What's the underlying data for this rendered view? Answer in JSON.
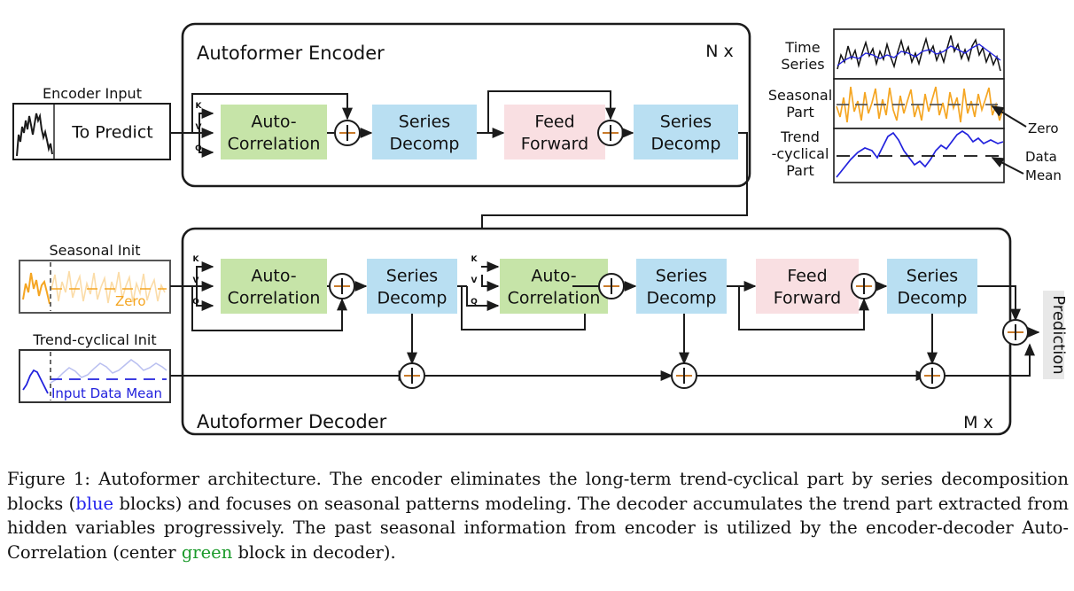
{
  "figure": {
    "caption_prefix": "Figure 1:",
    "caption_part1": " Autoformer architecture. The encoder eliminates the long-term trend-cyclical part by series decomposition blocks (",
    "caption_blue": "blue",
    "caption_part2": " blocks) and focuses on seasonal patterns modeling. The decoder accumulates the trend part extracted from hidden variables progressively. The past seasonal information from encoder is utilized by the encoder-decoder Auto-Correlation (center ",
    "caption_green": "green",
    "caption_part3": " block in decoder)."
  },
  "encoder": {
    "title": "Autoformer Encoder",
    "repeat": "N x",
    "blocks": [
      {
        "id": "enc-auto-correlation",
        "label_line1": "Auto-",
        "label_line2": "Correlation",
        "color": "#c6e4a8"
      },
      {
        "id": "enc-series-decomp-1",
        "label_line1": "Series",
        "label_line2": "Decomp",
        "color": "#b9dff2"
      },
      {
        "id": "enc-feed-forward",
        "label_line1": "Feed",
        "label_line2": "Forward",
        "color": "#f9dfe2"
      },
      {
        "id": "enc-series-decomp-2",
        "label_line1": "Series",
        "label_line2": "Decomp",
        "color": "#b9dff2"
      }
    ],
    "kvq": [
      "K",
      "V",
      "Q"
    ]
  },
  "decoder": {
    "title": "Autoformer Decoder",
    "repeat": "M x",
    "blocks": [
      {
        "id": "dec-auto-correlation-1",
        "label_line1": "Auto-",
        "label_line2": "Correlation",
        "color": "#c6e4a8"
      },
      {
        "id": "dec-series-decomp-1",
        "label_line1": "Series",
        "label_line2": "Decomp",
        "color": "#b9dff2"
      },
      {
        "id": "dec-auto-correlation-2",
        "label_line1": "Auto-",
        "label_line2": "Correlation",
        "color": "#c6e4a8"
      },
      {
        "id": "dec-series-decomp-2",
        "label_line1": "Series",
        "label_line2": "Decomp",
        "color": "#b9dff2"
      },
      {
        "id": "dec-feed-forward",
        "label_line1": "Feed",
        "label_line2": "Forward",
        "color": "#f9dfe2"
      },
      {
        "id": "dec-series-decomp-3",
        "label_line1": "Series",
        "label_line2": "Decomp",
        "color": "#b9dff2"
      }
    ],
    "kvq": [
      "K",
      "V",
      "Q"
    ],
    "output_label": "Prediction"
  },
  "inputs": {
    "encoder_input": {
      "caption": "Encoder Input",
      "inner_label": "To Predict"
    },
    "seasonal_init": {
      "caption": "Seasonal Init",
      "inner_label": "Zero",
      "color": "#f5a623"
    },
    "trend_init": {
      "caption": "Trend-cyclical Init",
      "inner_label": "Input Data Mean",
      "color": "#2222dd"
    }
  },
  "decomposition_legend": {
    "rows": [
      {
        "id": "time-series",
        "label_line1": "Time",
        "label_line2": "Series",
        "label_line3": ""
      },
      {
        "id": "seasonal-part",
        "label_line1": "Seasonal",
        "label_line2": "Part",
        "label_line3": "",
        "annotation": "Zero"
      },
      {
        "id": "trend-cyclical-part",
        "label_line1": "Trend",
        "label_line2": "-cyclical",
        "label_line3": "Part",
        "annotation_line1": "Data",
        "annotation_line2": "Mean"
      }
    ]
  },
  "colors": {
    "green_block": "#c6e4a8",
    "blue_block": "#b9dff2",
    "pink_block": "#f9dfe2",
    "orange": "#f5a623",
    "blue_curve": "#2222dd",
    "line": "#1b1b1b",
    "prediction_bg": "#e8e8e8"
  }
}
